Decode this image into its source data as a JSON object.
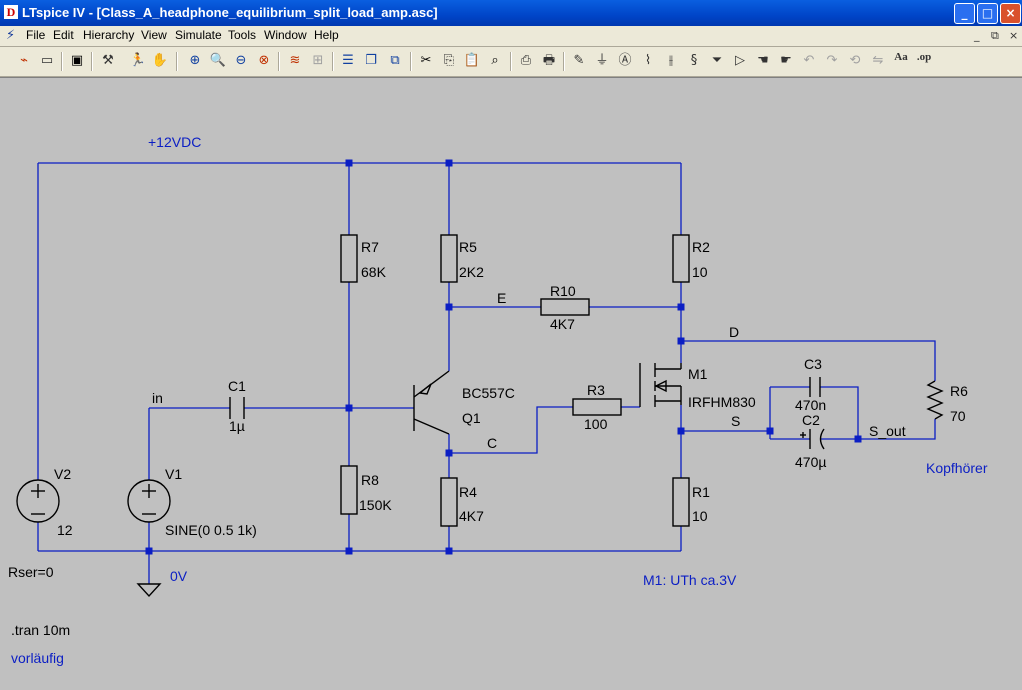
{
  "window": {
    "title": "LTspice IV - [Class_A_headphone_equilibrium_split_load_amp.asc]",
    "icon_glyph": "D",
    "controls": {
      "minimize": "_",
      "maximize": "□",
      "close": "×"
    }
  },
  "menu": {
    "items": [
      "File",
      "Edit",
      "Hierarchy",
      "View",
      "Simulate",
      "Tools",
      "Window",
      "Help"
    ],
    "mdi_controls": {
      "minimize": "_",
      "restore": "⧉",
      "close": "×"
    }
  },
  "toolbar": {
    "tools": [
      "new-schematic",
      "open",
      "save",
      "control-panel",
      "run",
      "zoom-in",
      "pan",
      "zoom-out",
      "zoom-fit",
      "autorange",
      "zoom-back",
      "draw-wire",
      "draw-bus",
      "tile",
      "cascade",
      "cut",
      "copy",
      "paste",
      "find",
      "print-preview",
      "print",
      "wire",
      "ground",
      "label-net",
      "resistor",
      "capacitor",
      "inductor",
      "diode",
      "component",
      "move",
      "drag",
      "undo",
      "redo",
      "rotate",
      "mirror",
      "text",
      "spice-directive"
    ],
    "text_glyph": "Aa",
    "op_glyph": ".op"
  },
  "schematic": {
    "nets": {
      "supply": "+12VDC",
      "input": "in",
      "ground": "0V",
      "emitter": "E",
      "drain": "D",
      "collector": "C",
      "source": "S",
      "output": "S_out"
    },
    "components": {
      "R7": {
        "name": "R7",
        "value": "68K"
      },
      "R5": {
        "name": "R5",
        "value": "2K2"
      },
      "R2": {
        "name": "R2",
        "value": "10"
      },
      "R10": {
        "name": "R10",
        "value": "4K7"
      },
      "R3": {
        "name": "R3",
        "value": "100"
      },
      "R8": {
        "name": "R8",
        "value": "150K"
      },
      "R4": {
        "name": "R4",
        "value": "4K7"
      },
      "R1": {
        "name": "R1",
        "value": "10"
      },
      "R6": {
        "name": "R6",
        "value": "70"
      },
      "C1": {
        "name": "C1",
        "value": "1µ"
      },
      "C2": {
        "name": "C2",
        "value": "470µ"
      },
      "C3": {
        "name": "C3",
        "value": "470n"
      },
      "Q1": {
        "name": "Q1",
        "value": "BC557C"
      },
      "M1": {
        "name": "M1",
        "value": "IRFHM830"
      },
      "V1": {
        "name": "V1",
        "value": "SINE(0 0.5 1k)"
      },
      "V2": {
        "name": "V2",
        "value": "12",
        "attr": "Rser=0"
      }
    },
    "comments": {
      "headphones": "Kopfhörer",
      "mosfet_note": "M1: UTh ca.3V",
      "status": "vorläufig"
    },
    "directive": ".tran 10m"
  },
  "colors": {
    "wire": "#0b1ec4",
    "junction": "#0b1ec4",
    "component": "#000000",
    "net_label": "#0b1ec4",
    "background": "#c0c0c0"
  }
}
